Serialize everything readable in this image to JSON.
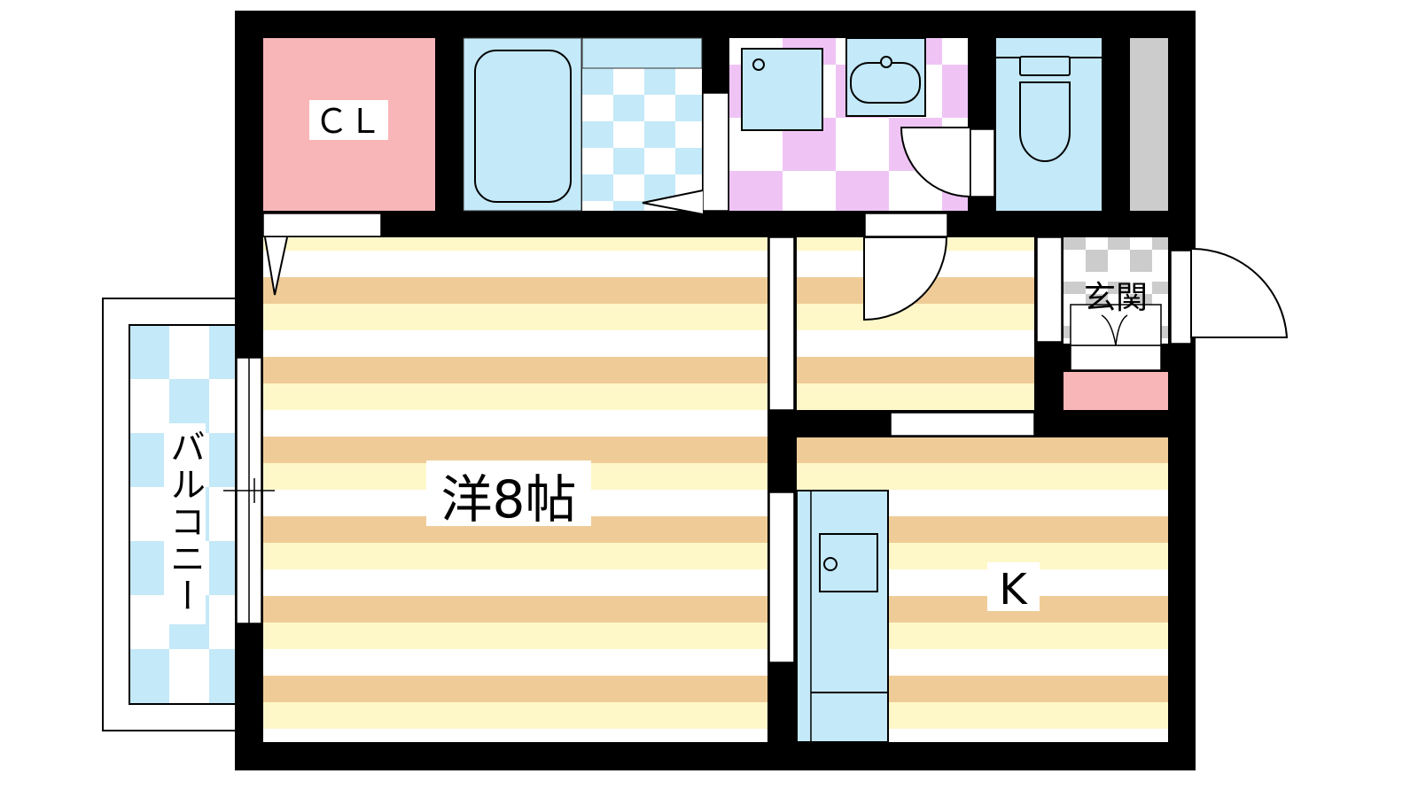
{
  "floorplan": {
    "rooms": {
      "closet": "ＣＬ",
      "western_room": "洋8帖",
      "kitchen": "K",
      "balcony": "バルコニー",
      "entrance": "玄関"
    },
    "colors": {
      "wall": "#000000",
      "closet": "#f8b6b8",
      "water": "#c4e9f8",
      "wash_check": "#efc4f5",
      "floor_tan": "#efcc97",
      "floor_yellow": "#fef8c9",
      "entrance_check": "#cccccc",
      "shoebox": "#f8b6b8"
    }
  }
}
